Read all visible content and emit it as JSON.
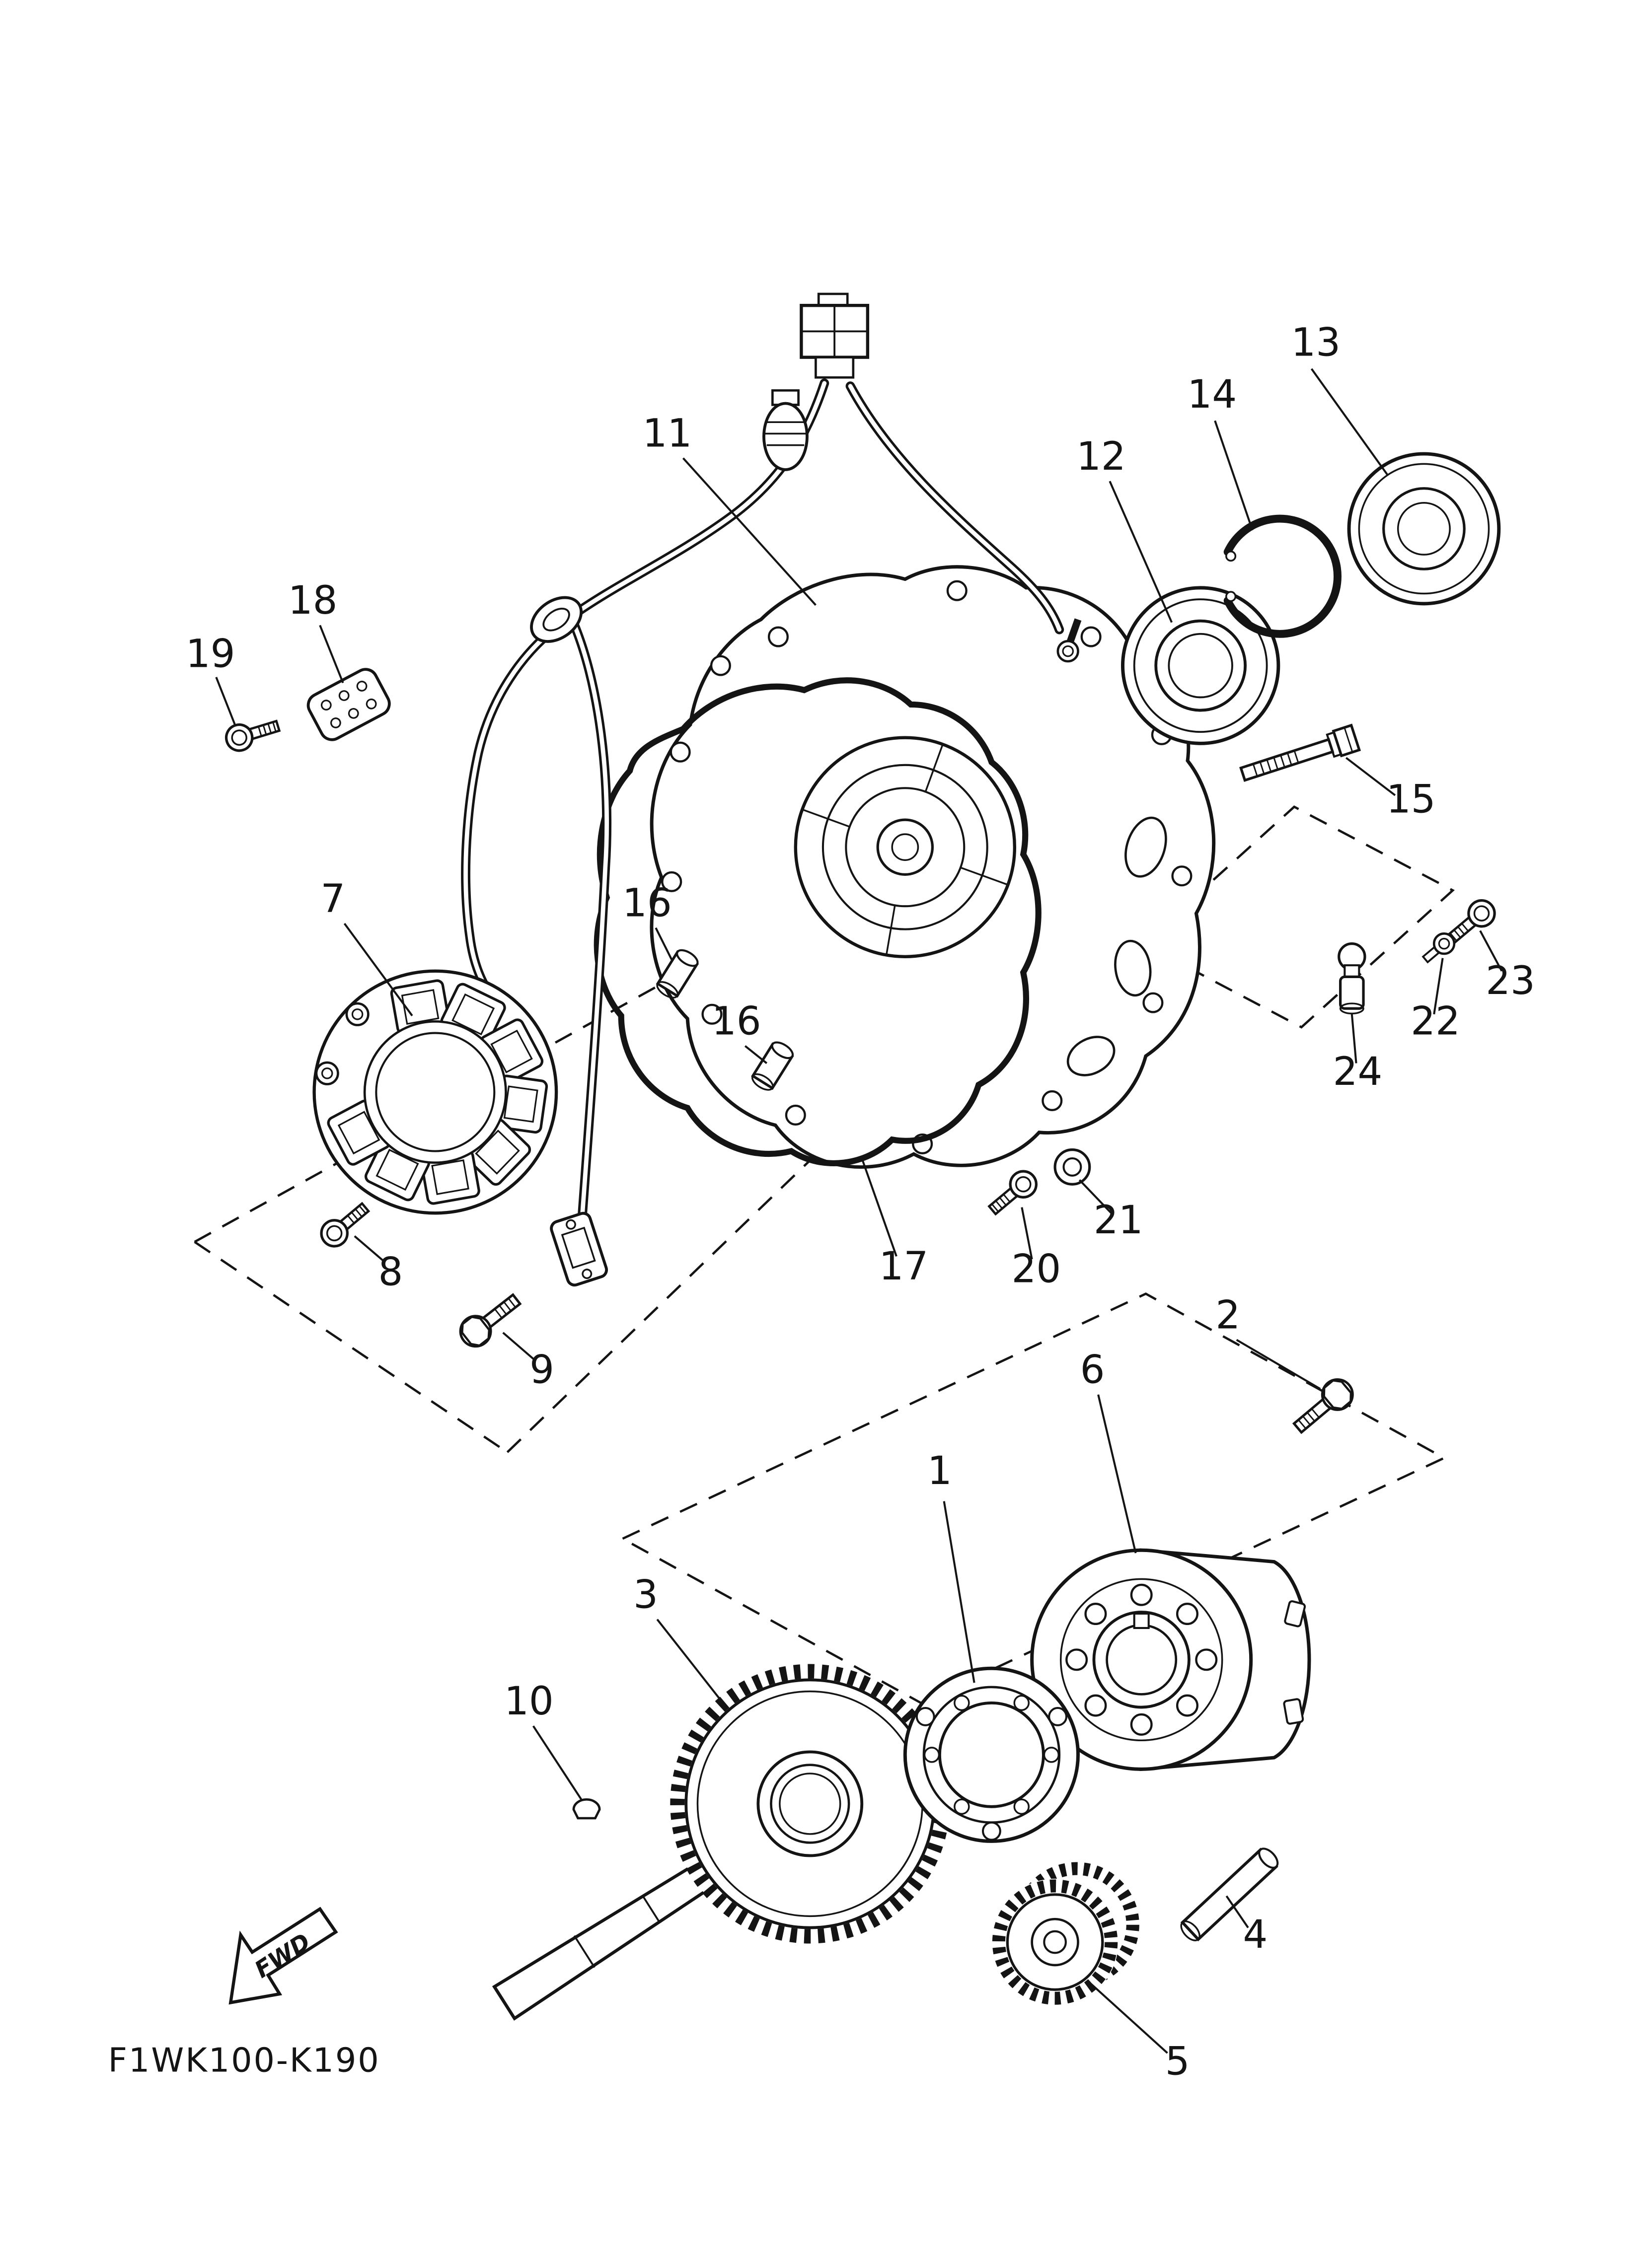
{
  "diagram": {
    "drawing_code": "F1WK100-K190",
    "fwd_label": "FWD",
    "callouts": [
      {
        "label": "1"
      },
      {
        "label": "2"
      },
      {
        "label": "3"
      },
      {
        "label": "4"
      },
      {
        "label": "5"
      },
      {
        "label": "6"
      },
      {
        "label": "7"
      },
      {
        "label": "8"
      },
      {
        "label": "9"
      },
      {
        "label": "10"
      },
      {
        "label": "11"
      },
      {
        "label": "12"
      },
      {
        "label": "13"
      },
      {
        "label": "14"
      },
      {
        "label": "15"
      },
      {
        "label": "16"
      },
      {
        "label": "16"
      },
      {
        "label": "17"
      },
      {
        "label": "18"
      },
      {
        "label": "19"
      },
      {
        "label": "20"
      },
      {
        "label": "21"
      },
      {
        "label": "22"
      },
      {
        "label": "23"
      },
      {
        "label": "24"
      }
    ]
  }
}
